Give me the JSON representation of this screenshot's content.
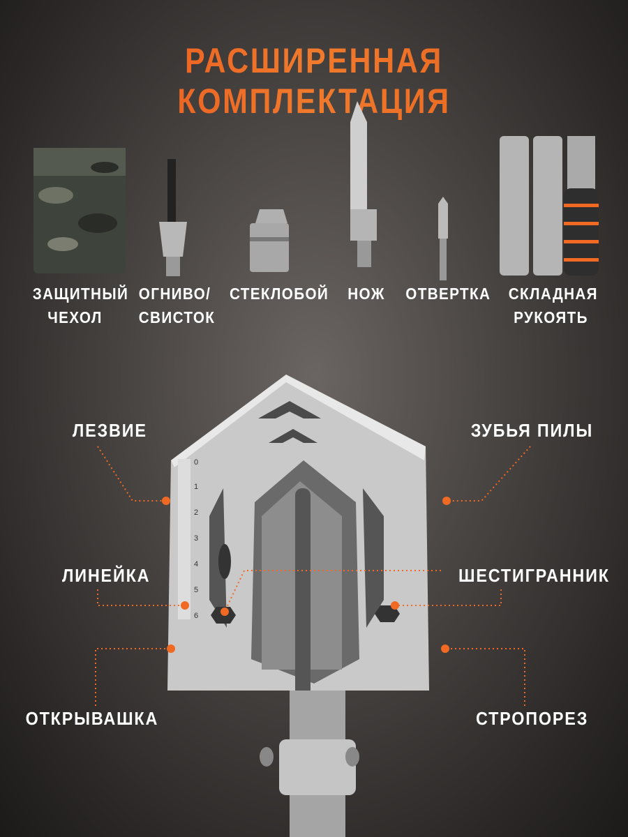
{
  "title": "РАСШИРЕННАЯ КОМПЛЕКТАЦИЯ",
  "items": [
    {
      "line1": "ЗАЩИТНЫЙ",
      "line2": "ЧЕХОЛ"
    },
    {
      "line1": "ОГНИВО/",
      "line2": "СВИСТОК"
    },
    {
      "line1": "СТЕКЛОБОЙ",
      "line2": ""
    },
    {
      "line1": "НОЖ",
      "line2": ""
    },
    {
      "line1": "ОТВЕРТКА",
      "line2": ""
    },
    {
      "line1": "СКЛАДНАЯ",
      "line2": "РУКОЯТЬ"
    }
  ],
  "callouts": {
    "blade": "ЛЕЗВИЕ",
    "saw": "ЗУБЬЯ ПИЛЫ",
    "ruler": "ЛИНЕЙКА",
    "hex": "ШЕСТИГРАННИК",
    "opener": "ОТКРЫВАШКА",
    "cutter": "СТРОПОРЕЗ"
  },
  "ruler_marks": [
    "0",
    "1",
    "2",
    "3",
    "4",
    "5",
    "6"
  ],
  "colors": {
    "accent": "#f06a24",
    "text": "#ffffff"
  }
}
